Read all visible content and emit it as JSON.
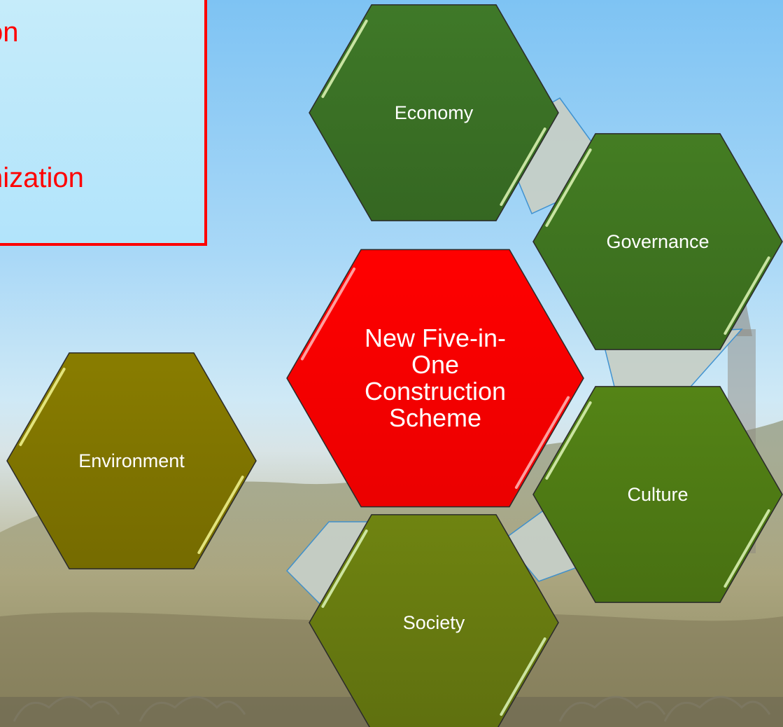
{
  "callout": {
    "lines": [
      "on",
      "nization"
    ],
    "border_color": "#ff0000",
    "text_color": "#ff0000"
  },
  "diagram": {
    "center": {
      "label": "New Five-in-One Construction Scheme",
      "color": "#ff0000"
    },
    "nodes": [
      {
        "id": "economy",
        "label": "Economy",
        "color": "#3a7025"
      },
      {
        "id": "governance",
        "label": "Governance",
        "color": "#3f7420"
      },
      {
        "id": "culture",
        "label": "Culture",
        "color": "#4e7a14"
      },
      {
        "id": "society",
        "label": "Society",
        "color": "#677a10"
      },
      {
        "id": "environment",
        "label": "Environment",
        "color": "#7f7400"
      }
    ],
    "connector_color": "#c6cfc7",
    "connector_line": "#3b8fcf"
  }
}
